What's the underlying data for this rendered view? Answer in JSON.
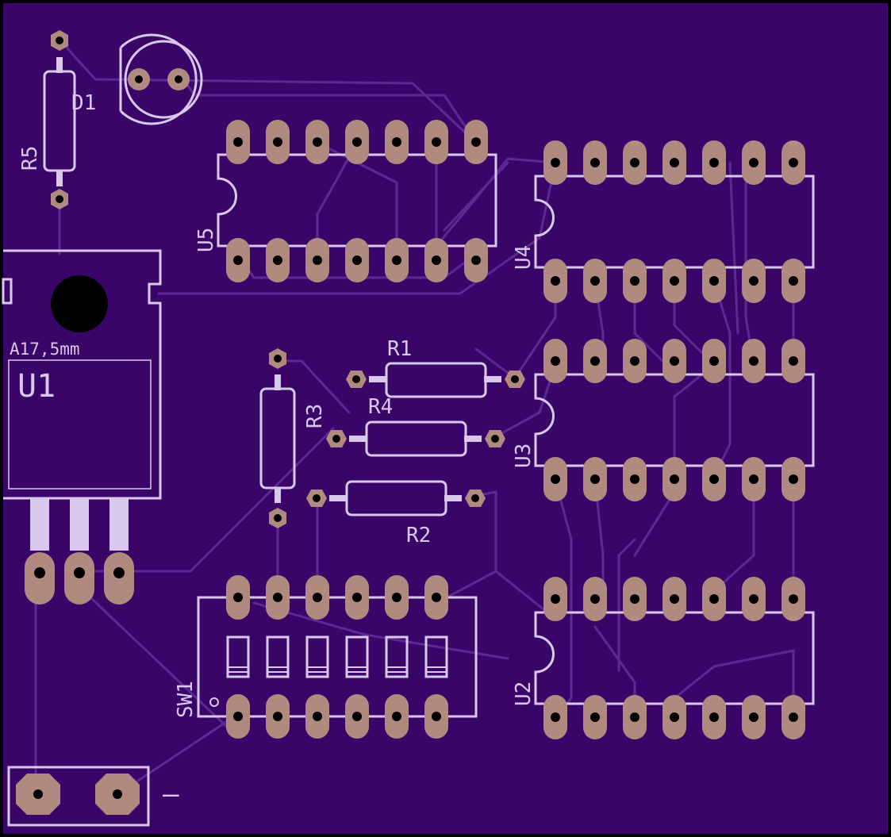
{
  "board": {
    "colors": {
      "outline": "#000000",
      "substrate": "#3a0569",
      "trace": "#5a2a92",
      "silk": "#d9c8ec",
      "pad": "#b08a7e",
      "drill": "#000000"
    }
  },
  "labels": {
    "d1": "D1",
    "r5": "R5",
    "u5": "U5",
    "u4": "U4",
    "u3": "U3",
    "u2": "U2",
    "u1": "U1",
    "u1_size": "A17,5mm",
    "r1": "R1",
    "r2": "R2",
    "r3": "R3",
    "r4": "R4",
    "sw1": "SW1",
    "minus": "–"
  },
  "icons": {
    "switch_pos": "dip-switch-slider-icon",
    "mount_hole": "mounting-hole-icon",
    "pin1": "pin1-dot-icon"
  }
}
